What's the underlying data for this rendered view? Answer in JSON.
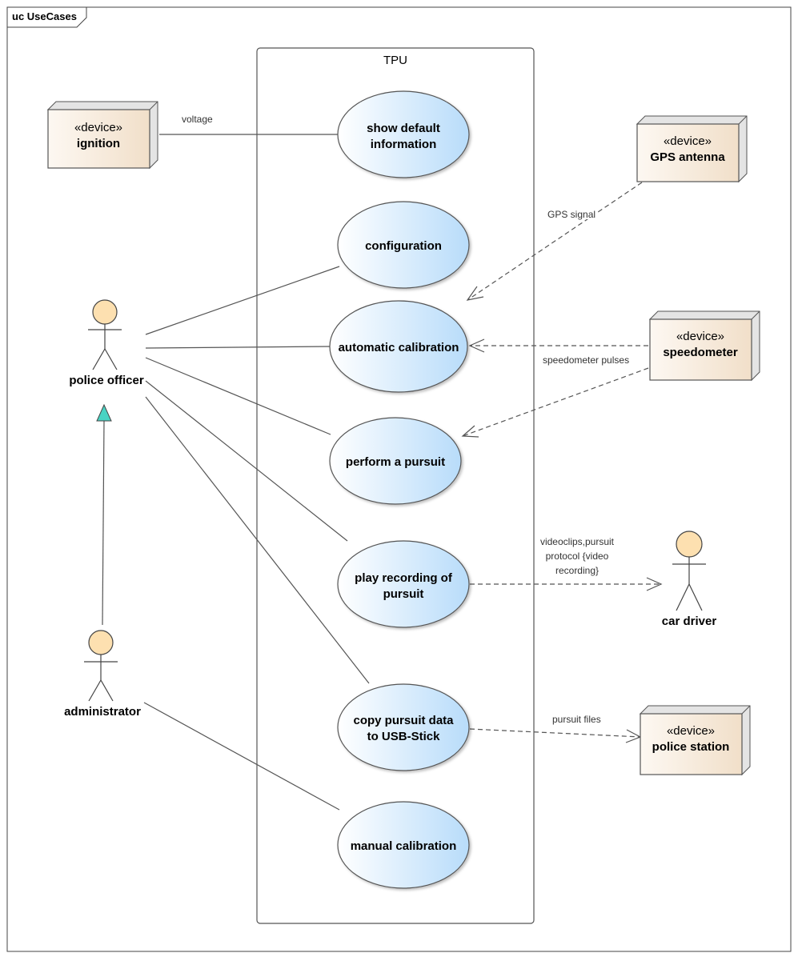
{
  "frame": {
    "title": "uc UseCases"
  },
  "system": {
    "title": "TPU"
  },
  "colors": {
    "usecase_fill_left": "#ffffff",
    "usecase_fill_right": "#b8dcfa",
    "node_fill_left": "#fdf8f2",
    "node_fill_right": "#f1dfc9",
    "actor_head": "#fde0b0",
    "generalization_arrow": "#49d3c3",
    "line": "#555555"
  },
  "usecases": [
    {
      "id": "show-default",
      "lines": [
        "show default",
        "information"
      ]
    },
    {
      "id": "configuration",
      "lines": [
        "configuration"
      ]
    },
    {
      "id": "auto-calibration",
      "lines": [
        "automatic calibration"
      ]
    },
    {
      "id": "pursuit",
      "lines": [
        "perform a pursuit"
      ]
    },
    {
      "id": "play-recording",
      "lines": [
        "play recording of",
        "pursuit"
      ]
    },
    {
      "id": "copy-data",
      "lines": [
        "copy pursuit data",
        "to USB-Stick"
      ]
    },
    {
      "id": "manual-calibration",
      "lines": [
        "manual calibration"
      ]
    }
  ],
  "actors": [
    {
      "id": "police-officer",
      "label": "police officer"
    },
    {
      "id": "administrator",
      "label": "administrator"
    },
    {
      "id": "car-driver",
      "label": "car driver"
    }
  ],
  "devices": [
    {
      "id": "ignition",
      "stereotype": "«device»",
      "name": "ignition"
    },
    {
      "id": "gps-antenna",
      "stereotype": "«device»",
      "name": "GPS antenna"
    },
    {
      "id": "speedometer",
      "stereotype": "«device»",
      "name": "speedometer"
    },
    {
      "id": "police-station",
      "stereotype": "«device»",
      "name": "police station"
    }
  ],
  "edge_labels": {
    "voltage": "voltage",
    "gps_signal": "GPS signal",
    "speedometer_pulses": "speedometer pulses",
    "videoclips": [
      "videoclips,pursuit",
      "protocol {video",
      "recording}"
    ],
    "pursuit_files": "pursuit files"
  }
}
